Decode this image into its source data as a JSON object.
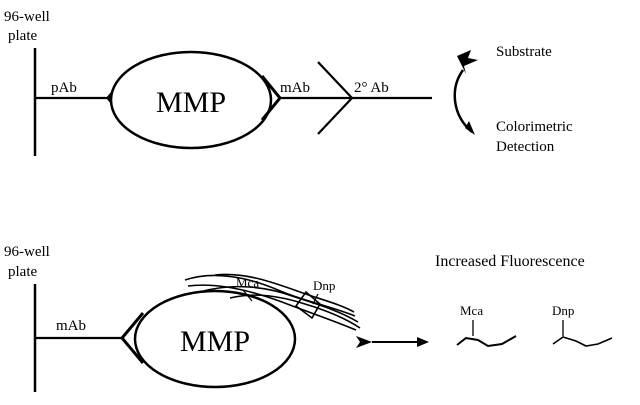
{
  "top_assay": {
    "plate_label_line1": "96-well",
    "plate_label_line2": "plate",
    "capture_antibody": "pAb",
    "enzyme": "MMP",
    "detection_antibody": "mAb",
    "secondary_antibody": "2° Ab",
    "substrate": "Substrate",
    "readout_line1": "Colorimetric",
    "readout_line2": "Detection"
  },
  "bottom_assay": {
    "plate_label_line1": "96-well",
    "plate_label_line2": "plate",
    "capture_antibody": "mAb",
    "enzyme": "MMP",
    "fluorophore": "Mca",
    "quencher": "Dnp",
    "readout": "Increased Fluorescence",
    "fragment1_label": "Mca",
    "fragment2_label": "Dnp"
  }
}
